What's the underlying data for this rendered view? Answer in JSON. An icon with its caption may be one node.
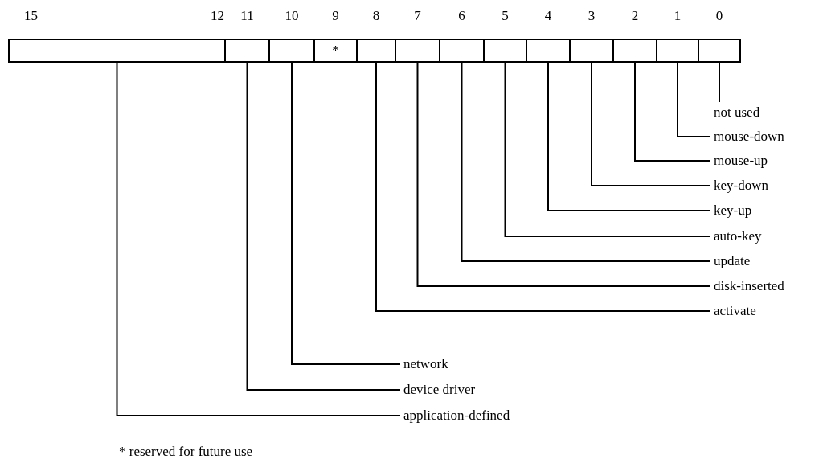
{
  "diagram": {
    "nodes": [
      {
        "text": [
          "15",
          "12"
        ]
      },
      {
        "text": [
          "11"
        ]
      },
      {
        "text": [
          "10"
        ]
      },
      {
        "text": [
          "9",
          "*"
        ]
      },
      {
        "text": [
          "8"
        ]
      },
      {
        "text": [
          "7"
        ]
      },
      {
        "text": [
          "6"
        ]
      },
      {
        "text": [
          "5"
        ]
      },
      {
        "text": [
          "4"
        ]
      },
      {
        "text": [
          "3"
        ]
      },
      {
        "text": [
          "2"
        ]
      },
      {
        "text": [
          "1"
        ]
      },
      {
        "text": [
          "0"
        ]
      },
      {
        "text": [
          "not used"
        ]
      },
      {
        "text": [
          "mouse-down"
        ]
      },
      {
        "text": [
          "mouse-up"
        ]
      },
      {
        "text": [
          "key-down"
        ]
      },
      {
        "text": [
          "key-up"
        ]
      },
      {
        "text": [
          "auto-key"
        ]
      },
      {
        "text": [
          "update"
        ]
      },
      {
        "text": [
          "disk-inserted"
        ]
      },
      {
        "text": [
          "activate"
        ]
      },
      {
        "text": [
          "network"
        ]
      },
      {
        "text": [
          "device driver"
        ]
      },
      {
        "text": [
          "application-defined"
        ]
      }
    ],
    "edges": [
      {
        "from": 13,
        "to": 12,
        "arrow": "none"
      },
      {
        "from": 14,
        "to": 11,
        "arrow": "none"
      },
      {
        "from": 15,
        "to": 10,
        "arrow": "none"
      },
      {
        "from": 16,
        "to": 9,
        "arrow": "none"
      },
      {
        "from": 17,
        "to": 8,
        "arrow": "none"
      },
      {
        "from": 18,
        "to": 7,
        "arrow": "none"
      },
      {
        "from": 19,
        "to": 6,
        "arrow": "none"
      },
      {
        "from": 20,
        "to": 5,
        "arrow": "none"
      },
      {
        "from": 21,
        "to": 4,
        "arrow": "none"
      },
      {
        "from": 22,
        "to": 2,
        "arrow": "none"
      },
      {
        "from": 23,
        "to": 1,
        "arrow": "none"
      },
      {
        "from": 24,
        "to": 0,
        "arrow": "none"
      }
    ],
    "labels": [
      "* reserved for future use"
    ]
  }
}
